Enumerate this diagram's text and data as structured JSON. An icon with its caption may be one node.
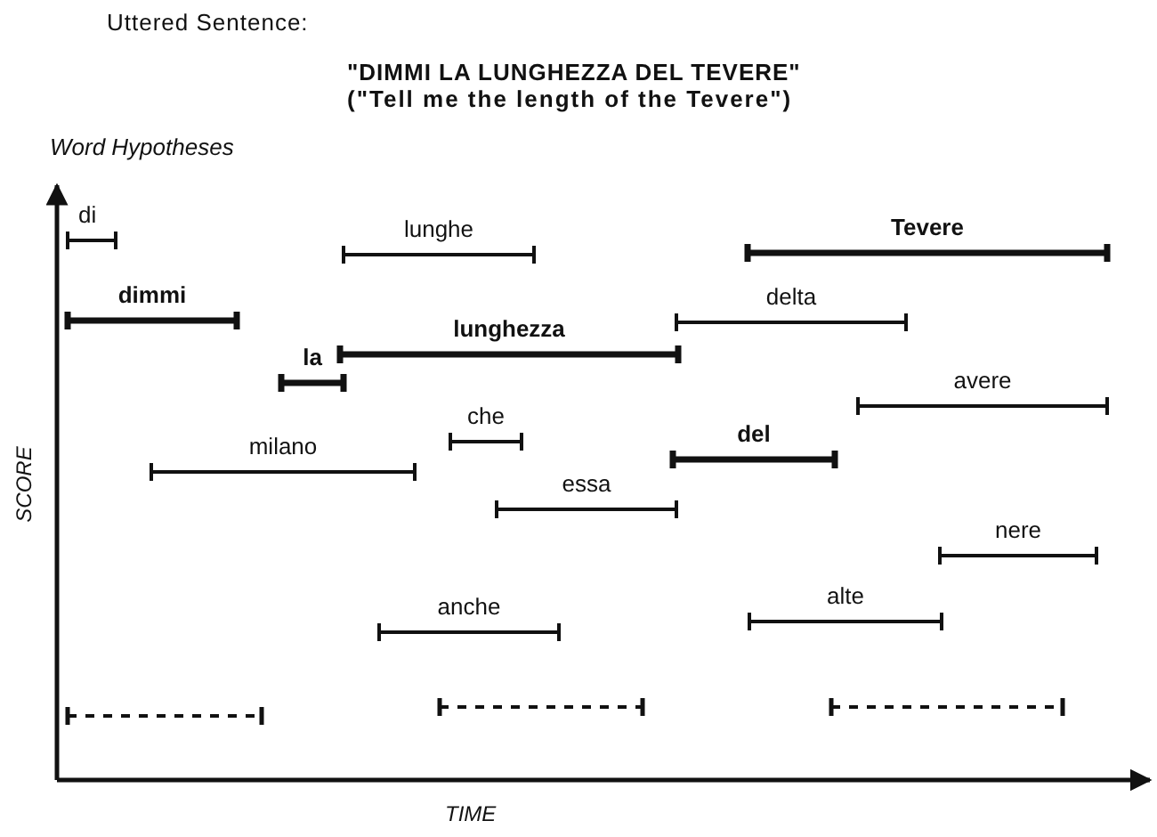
{
  "diagram": {
    "nodes": [
      {
        "text": [
          "di"
        ]
      },
      {
        "text": [
          "lunghe"
        ]
      },
      {
        "text": [
          "Tevere"
        ]
      },
      {
        "text": [
          "dimmi"
        ]
      },
      {
        "text": [
          "delta"
        ]
      },
      {
        "text": [
          "lunghezza"
        ]
      },
      {
        "text": [
          "la"
        ]
      },
      {
        "text": [
          "avere"
        ]
      },
      {
        "text": [
          "che"
        ]
      },
      {
        "text": [
          "del"
        ]
      },
      {
        "text": [
          "milano"
        ]
      },
      {
        "text": [
          "essa"
        ]
      },
      {
        "text": [
          "nere"
        ]
      },
      {
        "text": [
          "alte"
        ]
      },
      {
        "text": [
          "anche"
        ]
      },
      {
        "text": [],
        "shape": "bar"
      },
      {
        "text": [],
        "shape": "bar"
      },
      {
        "text": [],
        "shape": "bar"
      }
    ],
    "labels": [
      "Uttered Sentence:",
      "\"DIMMI LA LUNGHEZZA DEL TEVERE\"",
      "(\"Tell me the length of the Tevere\")",
      "Word Hypotheses",
      "SCORE",
      "TIME"
    ]
  }
}
